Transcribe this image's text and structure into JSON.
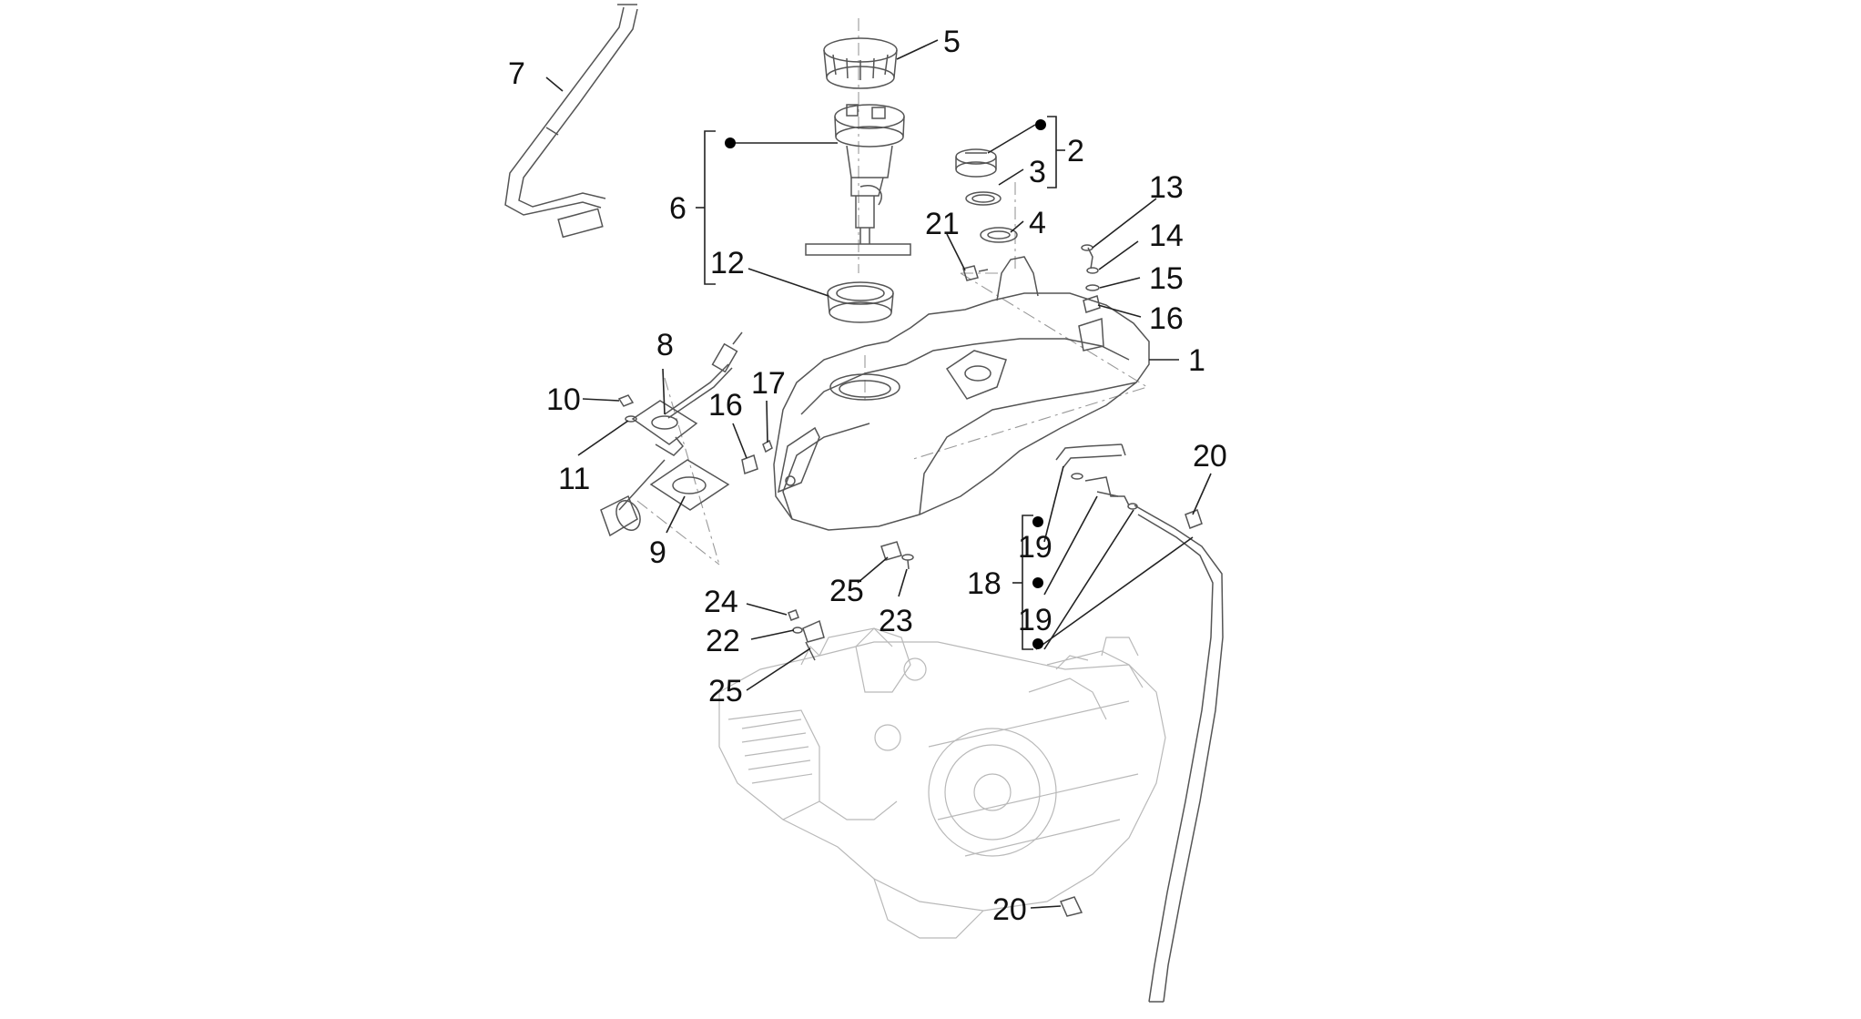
{
  "colors": {
    "line": "#222222",
    "part": "#555555",
    "ghost": "#b9b9b9",
    "background": "#ffffff"
  },
  "callouts": [
    {
      "id": "c1",
      "text": "1"
    },
    {
      "id": "c2",
      "text": "2"
    },
    {
      "id": "c3",
      "text": "3"
    },
    {
      "id": "c4",
      "text": "4"
    },
    {
      "id": "c5",
      "text": "5"
    },
    {
      "id": "c6",
      "text": "6"
    },
    {
      "id": "c7",
      "text": "7"
    },
    {
      "id": "c8",
      "text": "8"
    },
    {
      "id": "c9",
      "text": "9"
    },
    {
      "id": "c10",
      "text": "10"
    },
    {
      "id": "c11",
      "text": "11"
    },
    {
      "id": "c12",
      "text": "12"
    },
    {
      "id": "c13",
      "text": "13"
    },
    {
      "id": "c14",
      "text": "14"
    },
    {
      "id": "c15",
      "text": "15"
    },
    {
      "id": "c16a",
      "text": "16"
    },
    {
      "id": "c16b",
      "text": "16"
    },
    {
      "id": "c17",
      "text": "17"
    },
    {
      "id": "c18",
      "text": "18"
    },
    {
      "id": "c19a",
      "text": "19"
    },
    {
      "id": "c19b",
      "text": "19"
    },
    {
      "id": "c20a",
      "text": "20"
    },
    {
      "id": "c20b",
      "text": "20"
    },
    {
      "id": "c21",
      "text": "21"
    },
    {
      "id": "c22",
      "text": "22"
    },
    {
      "id": "c23",
      "text": "23"
    },
    {
      "id": "c24",
      "text": "24"
    },
    {
      "id": "c25a",
      "text": "25"
    },
    {
      "id": "c25b",
      "text": "25"
    }
  ]
}
